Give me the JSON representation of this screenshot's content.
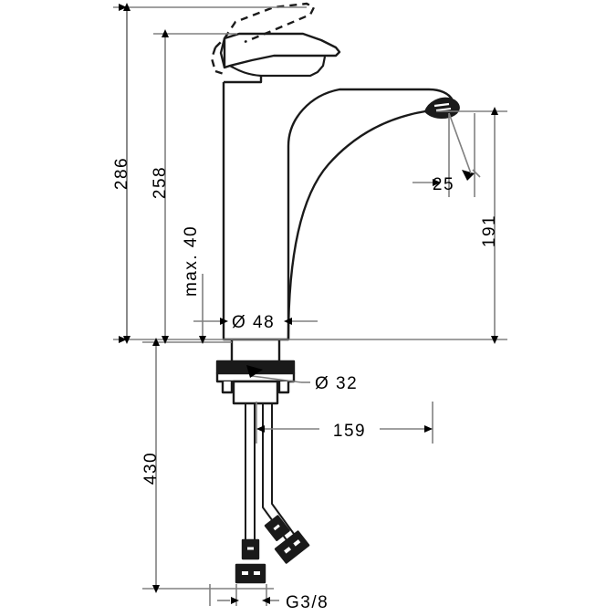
{
  "drawing": {
    "title": "Single lever basin mixer - technical dimension drawing",
    "units": "mm",
    "line_color": "#1a1a1a",
    "dimension_line_color": "#808080",
    "text_color": "#000000",
    "background": "#ffffff"
  },
  "dimensions": {
    "total_height": "286",
    "height_to_spout_base": "258",
    "max_counter_thickness": "max. 40",
    "body_diameter": "Ø 48",
    "shank_diameter": "Ø 32",
    "spout_height": "191",
    "aerator_offset": "25",
    "spout_reach": "159",
    "hose_length": "430",
    "thread_size": "G3/8"
  },
  "labels": [
    {
      "id": "dim-286",
      "text": "286",
      "orientation": "vertical"
    },
    {
      "id": "dim-258",
      "text": "258",
      "orientation": "vertical"
    },
    {
      "id": "dim-max-40",
      "text": "max. 40",
      "orientation": "vertical"
    },
    {
      "id": "dim-d48",
      "text": "Ø 48",
      "orientation": "horizontal"
    },
    {
      "id": "dim-d32",
      "text": "Ø 32",
      "orientation": "horizontal"
    },
    {
      "id": "dim-191",
      "text": "191",
      "orientation": "vertical"
    },
    {
      "id": "dim-25",
      "text": "25",
      "orientation": "horizontal"
    },
    {
      "id": "dim-159",
      "text": "159",
      "orientation": "horizontal"
    },
    {
      "id": "dim-430",
      "text": "430",
      "orientation": "vertical"
    },
    {
      "id": "dim-g38",
      "text": "G3/8",
      "orientation": "horizontal"
    }
  ]
}
